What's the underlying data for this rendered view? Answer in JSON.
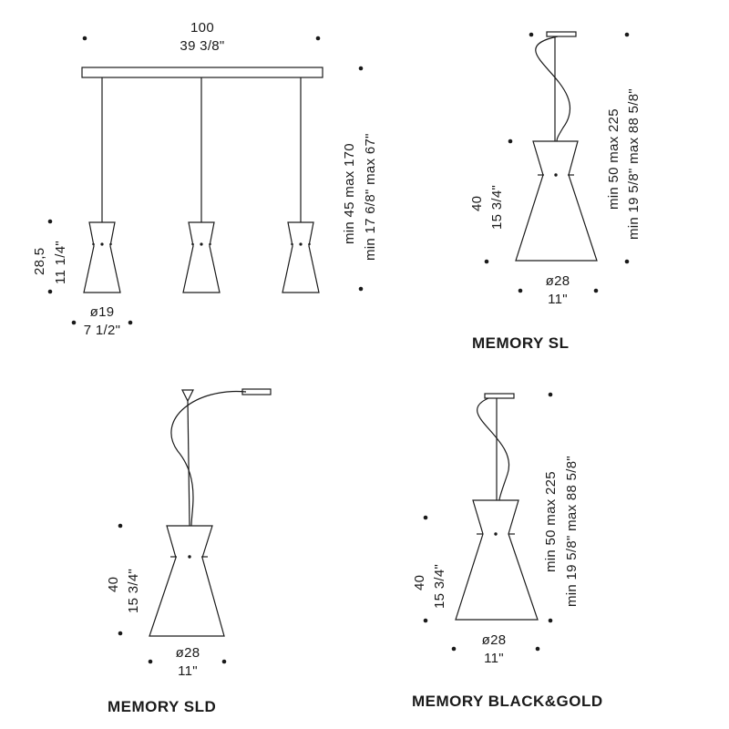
{
  "three_lamp": {
    "width_cm": "100",
    "width_in": "39 3/8\"",
    "height_cm": "min 45  max 170",
    "height_in": "min 17 6/8\"  max 67\"",
    "shade_h_cm": "28,5",
    "shade_h_in": "11 1/4\"",
    "shade_d_cm": "ø19",
    "shade_d_in": "7 1/2\""
  },
  "memory_sl": {
    "title": "MEMORY SL",
    "shade_h_cm": "40",
    "shade_h_in": "15 3/4\"",
    "height_cm": "min 50  max 225",
    "height_in": "min 19 5/8\"  max 88 5/8\"",
    "shade_d_cm": "ø28",
    "shade_d_in": "11\""
  },
  "memory_sld": {
    "title": "MEMORY SLD",
    "shade_h_cm": "40",
    "shade_h_in": "15 3/4\"",
    "shade_d_cm": "ø28",
    "shade_d_in": "11\""
  },
  "memory_black_gold": {
    "title": "MEMORY BLACK&GOLD",
    "shade_h_cm": "40",
    "shade_h_in": "15 3/4\"",
    "height_cm": "min 50  max 225",
    "height_in": "min 19 5/8\"  max 88 5/8\"",
    "shade_d_cm": "ø28",
    "shade_d_in": "11\""
  }
}
